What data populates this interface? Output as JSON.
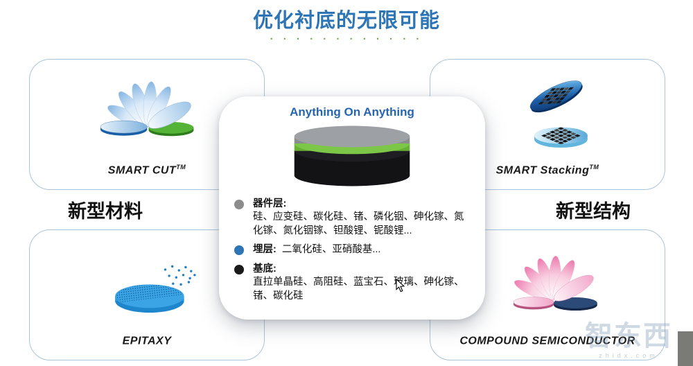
{
  "title": "优化衬底的无限可能",
  "title_dots": "· · · · · · · · · · · ·",
  "side_labels": {
    "left": "新型材料",
    "right": "新型结构"
  },
  "panels": {
    "top_left": {
      "label": "SMART CUT",
      "sup": "TM"
    },
    "top_right": {
      "label": "SMART Stacking",
      "sup": "TM"
    },
    "bottom_left": {
      "label": "EPITAXY",
      "sup": ""
    },
    "bottom_right": {
      "label": "COMPOUND SEMICONDUCTOR",
      "sup": ""
    }
  },
  "center": {
    "heading": "Anything On Anything",
    "legend": [
      {
        "name": "器件层:",
        "desc": "硅、应变硅、碳化硅、锗、磷化铟、砷化镓、氮化镓、氮化铟镓、钽酸锂、铌酸锂...",
        "bullet_color": "#8c8c8c"
      },
      {
        "name": "埋层:",
        "desc": "二氧化硅、亚硝酸基...",
        "bullet_color": "#2e75b6"
      },
      {
        "name": "基底:",
        "desc": "直拉单晶硅、高阻硅、蓝宝石、玻璃、砷化镓、锗、碳化硅",
        "bullet_color": "#1a1a1a"
      }
    ]
  },
  "watermark": {
    "name": "智东西",
    "domain": "zhidx.com"
  },
  "icons": {
    "smart_cut": "blue-wafer-petal-fan",
    "smart_stacking": "two-stacked-die-grid-wafers",
    "epitaxy": "blue-wafer-with-atom-dots",
    "compound_semiconductor": "pink-wafer-petal-fan",
    "center_stack": "gray-green-black-wafer-stack"
  },
  "colors": {
    "title_blue": "#2e75b6",
    "accent_green": "#70ad47",
    "panel_border": "#aac4dc",
    "layer_device_gray": "#9da0a4",
    "layer_buried_green": "#7cc747",
    "layer_substrate_black": "#131316"
  }
}
